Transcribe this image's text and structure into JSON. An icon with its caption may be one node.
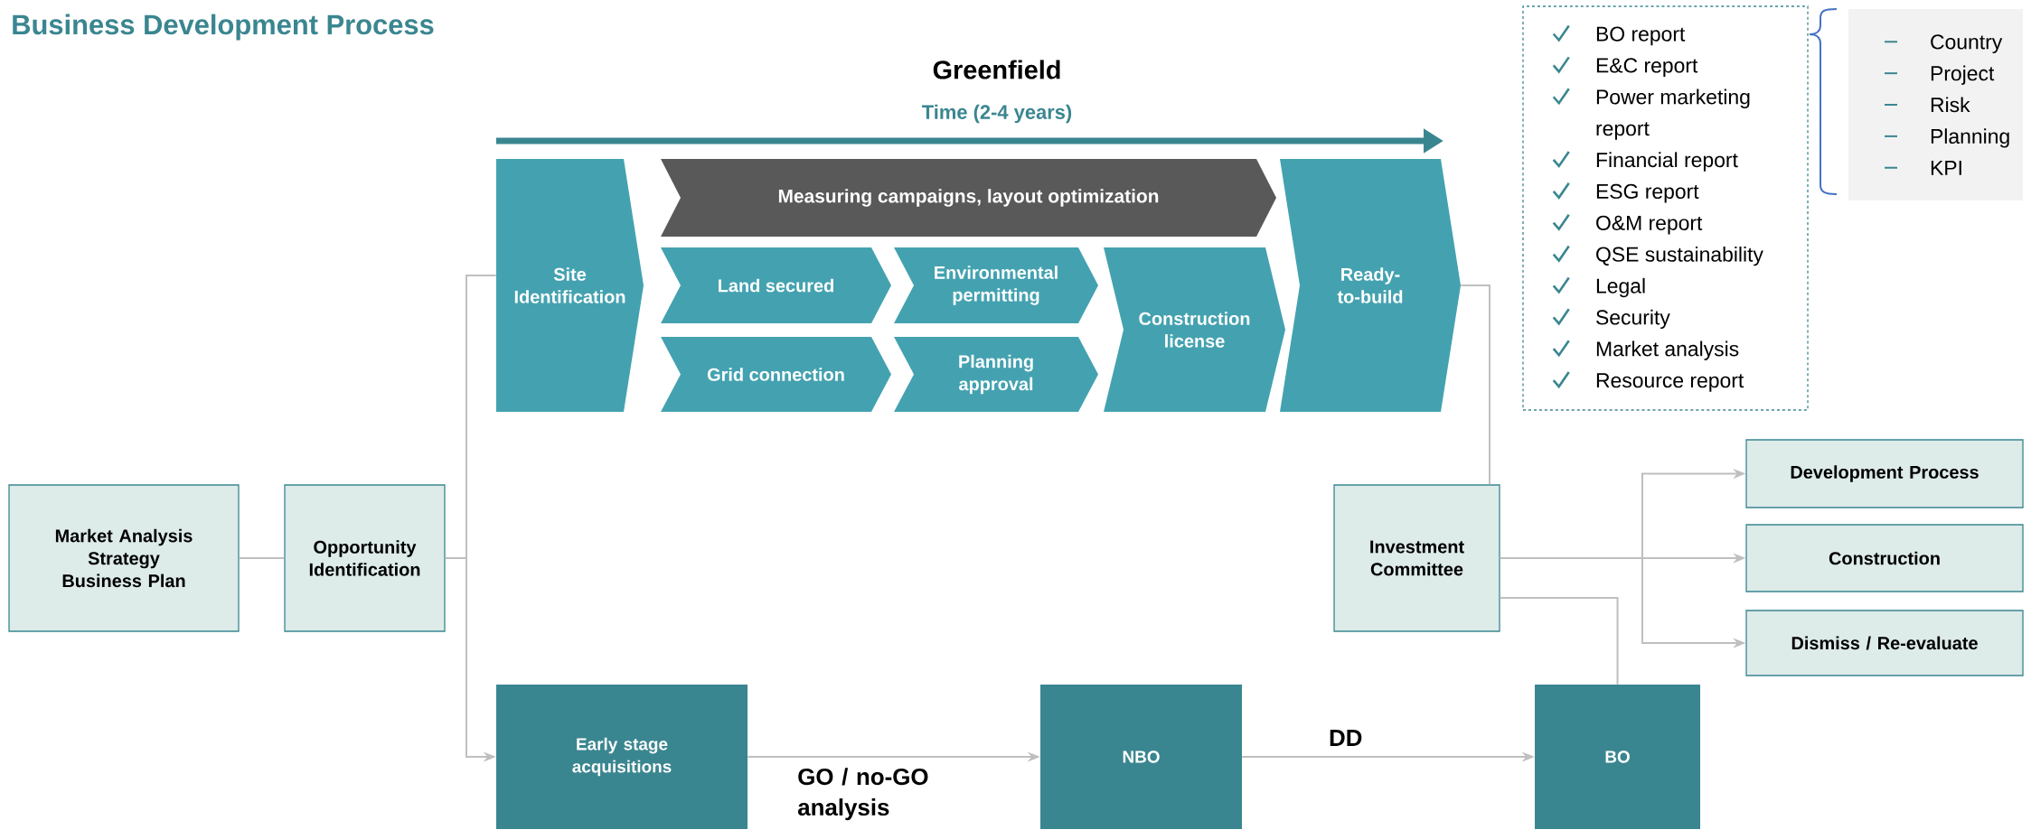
{
  "diagram": {
    "title": "Business Development Process",
    "nodes": [
      {
        "text": [
          "Site Identification"
        ]
      },
      {
        "text": [
          "Measuring campaigns, layout optimization"
        ]
      },
      {
        "text": [
          "Land secured"
        ]
      },
      {
        "text": [
          "Environmental permitting"
        ]
      },
      {
        "text": [
          "Grid connection"
        ]
      },
      {
        "text": [
          "Planning approval"
        ]
      },
      {
        "text": [
          "Construction license"
        ]
      },
      {
        "text": [
          "Ready-to-build"
        ]
      },
      {
        "text": [
          "BO report",
          "E&C report",
          "Power marketing report",
          "Financial report",
          "ESG report",
          "O&M report",
          "QSE sustainability",
          "Legal",
          "Security",
          "Market analysis",
          "Resource report"
        ]
      },
      {
        "text": [
          "Country",
          "Project",
          "Risk",
          "Planning",
          "KPI"
        ]
      },
      {
        "text": [
          "Market Analysis",
          "Strategy",
          "Business Plan"
        ]
      },
      {
        "text": [
          "Opportunity Identification"
        ]
      },
      {
        "text": [
          "Investment Committee"
        ]
      },
      {
        "text": [
          "Development Process"
        ]
      },
      {
        "text": [
          "Construction"
        ]
      },
      {
        "text": [
          "Dismiss / Re-evaluate"
        ]
      },
      {
        "text": [
          "Early stage acquisitions"
        ]
      },
      {
        "text": [
          "NBO"
        ]
      },
      {
        "text": [
          "BO"
        ]
      }
    ],
    "edges": [
      {
        "from": 10,
        "to": 11,
        "arrow": "none"
      },
      {
        "from": 11,
        "to": 0,
        "arrow": "none"
      },
      {
        "from": 11,
        "to": 16,
        "arrow": "to"
      },
      {
        "from": 16,
        "to": 17,
        "arrow": "to",
        "label": "GO / no-GO analysis"
      },
      {
        "from": 17,
        "to": 18,
        "arrow": "to",
        "label": "DD"
      },
      {
        "from": 7,
        "to": 12,
        "arrow": "none"
      },
      {
        "from": 18,
        "to": 12,
        "arrow": "none"
      },
      {
        "from": 12,
        "to": 13,
        "arrow": "to"
      },
      {
        "from": 12,
        "to": 14,
        "arrow": "to"
      },
      {
        "from": 12,
        "to": 15,
        "arrow": "to"
      }
    ],
    "labels": [
      "Greenfield",
      "Time (2-4 years)"
    ]
  }
}
